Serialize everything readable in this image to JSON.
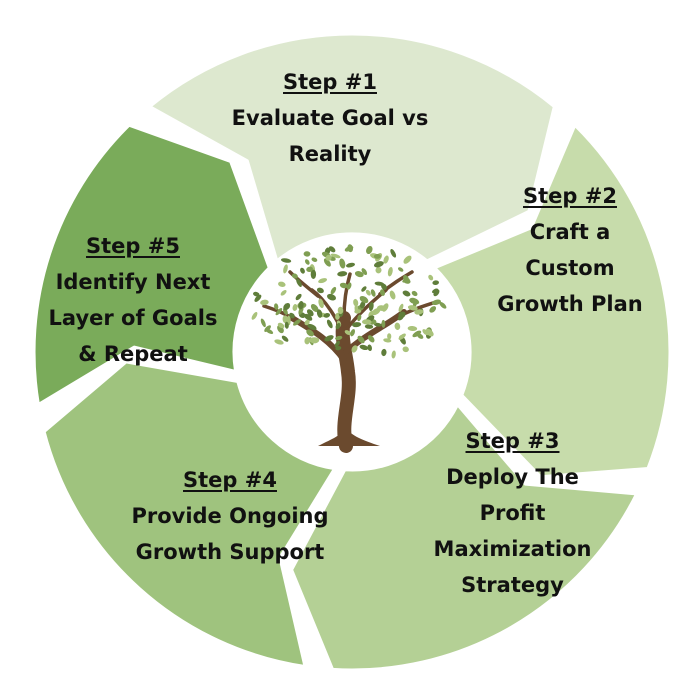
{
  "diagram": {
    "colors": {
      "step1": "#dde8cf",
      "step2": "#c7dcab",
      "step3": "#b4d095",
      "step4": "#9fc37e",
      "step5": "#7aab5a",
      "trunk": "#6b4a2e",
      "leaves": [
        "#7f9e52",
        "#a9c27a",
        "#5f7d3a"
      ]
    },
    "steps": [
      {
        "title": "Step #1",
        "lines": [
          "Evaluate Goal vs",
          "Reality"
        ]
      },
      {
        "title": "Step #2",
        "lines": [
          "Craft a",
          "Custom",
          "Growth Plan"
        ]
      },
      {
        "title": "Step #3",
        "lines": [
          "Deploy The",
          "Profit",
          "Maximization",
          "Strategy"
        ]
      },
      {
        "title": "Step #4",
        "lines": [
          "Provide Ongoing",
          "Growth Support"
        ]
      },
      {
        "title": "Step #5",
        "lines": [
          "Identify Next",
          "Layer of Goals",
          "& Repeat"
        ]
      }
    ],
    "center_icon": "tree-icon"
  }
}
